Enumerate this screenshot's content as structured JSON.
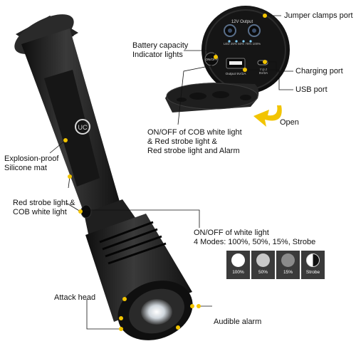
{
  "brand_logo": "UC",
  "labels": {
    "jumper": "Jumper clamps port",
    "battery": "Battery capacity\nIndicator lights",
    "charging": "Charging port",
    "usb": "USB port",
    "open": "Open",
    "cob": "ON/OFF of COB white light\n& Red strobe light &\nRed strobe light and Alarm",
    "silicone": "Explosion-proof\nSilicone mat",
    "redstrobe": "Red strobe light &\nCOB white light",
    "white": "ON/OFF of white light\n4 Modes: 100%, 50%, 15%, Strobe",
    "attack": "Attack head",
    "alarm": "Audible alarm"
  },
  "port_text": {
    "top": "12V Output",
    "levels": "LED 25%  50%  75%  100%",
    "onoff": "ON/OFF",
    "input": "Input\n5V/2A",
    "output": "Output 5V/2A"
  },
  "modes": [
    {
      "label": "100%",
      "fill": "#ffffff"
    },
    {
      "label": "50%",
      "fill": "#c8c8c8"
    },
    {
      "label": "15%",
      "fill": "#8a8a8a"
    },
    {
      "label": "Strobe",
      "fill": "split"
    }
  ],
  "colors": {
    "accent": "#f2c400",
    "body": "#1c1c1c",
    "hilite": "#3a3a3a"
  }
}
